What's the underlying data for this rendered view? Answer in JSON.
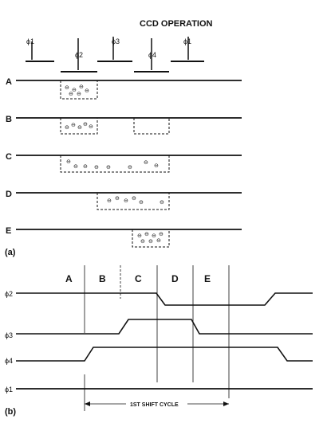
{
  "part_a": {
    "title": "CCD OPERATION",
    "part_label": "(a)",
    "electrodes": [
      {
        "label": "ϕ1"
      },
      {
        "label": "ϕ2"
      },
      {
        "label": "ϕ3"
      },
      {
        "label": "ϕ4"
      },
      {
        "label": "ϕ1"
      }
    ],
    "states": [
      {
        "label": "A"
      },
      {
        "label": "B"
      },
      {
        "label": "C"
      },
      {
        "label": "D"
      },
      {
        "label": "E"
      }
    ]
  },
  "part_b": {
    "part_label": "(b)",
    "phase_labels": [
      "A",
      "B",
      "C",
      "D",
      "E"
    ],
    "signals": [
      {
        "label": "ϕ2"
      },
      {
        "label": "ϕ3"
      },
      {
        "label": "ϕ4"
      },
      {
        "label": "ϕ1"
      }
    ],
    "shift_cycle_label": "1ST SHIFT CYCLE"
  }
}
